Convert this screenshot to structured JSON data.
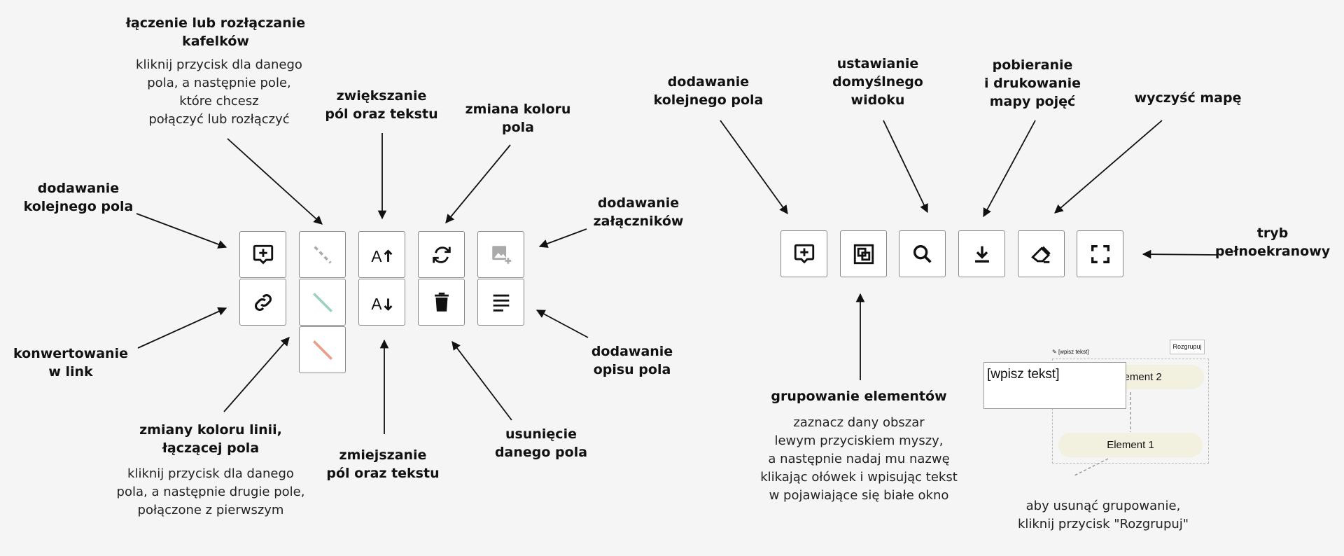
{
  "labels": {
    "join": "łączenie lub rozłączanie\nkafelków",
    "join_desc": "kliknij przycisk dla danego\npola, a następnie pole,\nktóre chcesz\npołączyć lub rozłączyć",
    "enlarge": "zwiększanie\npól oraz tekstu",
    "color_change": "zmiana koloru\npola",
    "add_field_left": "dodawanie\nkolejnego pola",
    "attachments": "dodawanie\nzałączników",
    "convert_link": "konwertowanie\nw link",
    "description": "dodawanie\nopisu pola",
    "line_color": "zmiany koloru linii,\nłączącej pola",
    "line_color_desc": "kliknij przycisk dla danego\npola, a następnie drugie pole,\npołączone z pierwszym",
    "shrink": "zmiejszanie\npól oraz tekstu",
    "delete": "usunięcie\ndanego pola",
    "add_field_right": "dodawanie\nkolejnego pola",
    "default_view": "ustawianie\ndomyślnego\nwidoku",
    "download": "pobieranie\ni drukowanie\nmapy pojęć",
    "clear": "wyczyść mapę",
    "fullscreen": "tryb\npełnoekranowy",
    "grouping": "grupowanie elementów",
    "grouping_desc": "zaznacz dany obszar\nlewym przyciskiem myszy,\na następnie nadaj mu nazwę\nklikając ołówek i wpisując tekst\nw pojawiające się białe okno",
    "ungroup_desc": "aby usunąć grupowanie,\nkliknij przycisk \"Rozgrupuj\""
  },
  "icons": {
    "left": [
      "add-field-icon",
      "dashed-line-icon",
      "text-increase-icon",
      "color-swap-icon",
      "add-image-icon",
      "link-icon",
      "teal-line-icon",
      "text-decrease-icon",
      "trash-icon",
      "text-lines-icon",
      "salmon-line-icon"
    ],
    "right": [
      "add-field-icon",
      "group-icon",
      "search-icon",
      "download-icon",
      "eraser-icon",
      "fullscreen-icon"
    ]
  },
  "colors": {
    "line_gray": "#aaaaaa",
    "line_teal": "#9ccfc2",
    "line_salmon": "#e89d85",
    "pill": "#f2f0df"
  },
  "demo": {
    "pencil_label": "[wpisz tekst]",
    "ungroup_button": "Rozgrupuj",
    "textbox_value": "[wpisz tekst]",
    "element1": "Element 1",
    "element2": "Element 2"
  }
}
